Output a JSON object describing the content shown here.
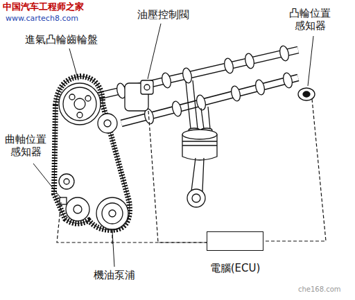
{
  "diagram": {
    "nodes": [
      {
        "text": [
          "電腦(ECU)"
        ]
      }
    ],
    "labels": [
      "中国汽车工程师之家",
      "www.cartech8.com",
      "進氣凸輪齒輪盤",
      "油壓控制閥",
      "凸輪位置 感知器",
      "曲軸位置 感知器",
      "機油泵浦",
      "che168.com"
    ]
  }
}
